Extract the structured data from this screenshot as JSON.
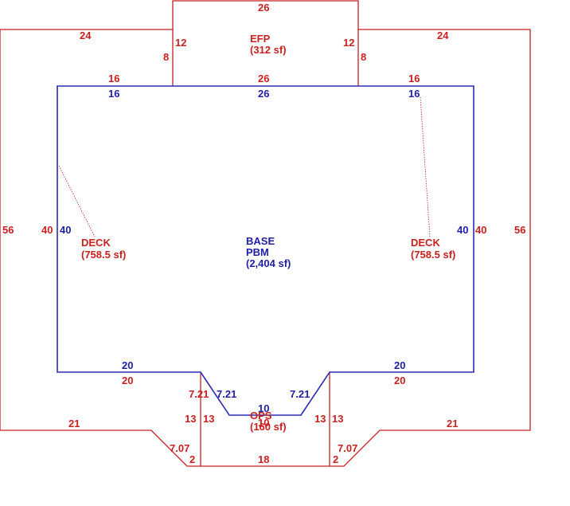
{
  "colors": {
    "red": "#cc1f1f",
    "blue": "#1f1fa8"
  },
  "areas": {
    "efp_name": "EFP",
    "efp_area": "(312 sf)",
    "base_name": "BASE",
    "base_sub": "PBM",
    "base_area": "(2,404 sf)",
    "deck_left_name": "DECK",
    "deck_left_area": "(758.5 sf)",
    "deck_right_name": "DECK",
    "deck_right_area": "(758.5 sf)",
    "ops_name": "OPS",
    "ops_area": "(160 sf)"
  },
  "dims": {
    "efp_top": "26",
    "efp_left_side": "12",
    "efp_right_side": "12",
    "efp_left_drop": "8",
    "efp_right_drop": "8",
    "deck_top_left": "24",
    "deck_top_right": "24",
    "deck_outer_left": "56",
    "deck_outer_right": "56",
    "deck_inner_left": "40",
    "deck_inner_right": "40",
    "deck_top_seg_left": "16",
    "deck_top_seg_right": "16",
    "efp_base_shared": "26",
    "deck_bottom_left": "20",
    "deck_bottom_right": "20",
    "deck_low_left": "21",
    "deck_low_right": "21",
    "deck_diag_left": "7.07",
    "deck_diag_right": "7.07",
    "deck_small_left": "2",
    "deck_small_right": "2",
    "ops_bottom": "18",
    "ops_diag_left": "7.21",
    "ops_diag_right": "7.21",
    "ops_side_left": "13",
    "ops_side_right": "13",
    "base_top_left": "16",
    "base_top_mid": "26",
    "base_top_right": "16",
    "base_left": "40",
    "base_right": "40",
    "base_bottom_left": "20",
    "base_bottom_right": "20",
    "base_diag_left": "7.21",
    "base_diag_right": "7.21",
    "base_side_left": "13",
    "base_side_right": "13",
    "base_bottom_mid": "10",
    "ops_top": "10"
  }
}
